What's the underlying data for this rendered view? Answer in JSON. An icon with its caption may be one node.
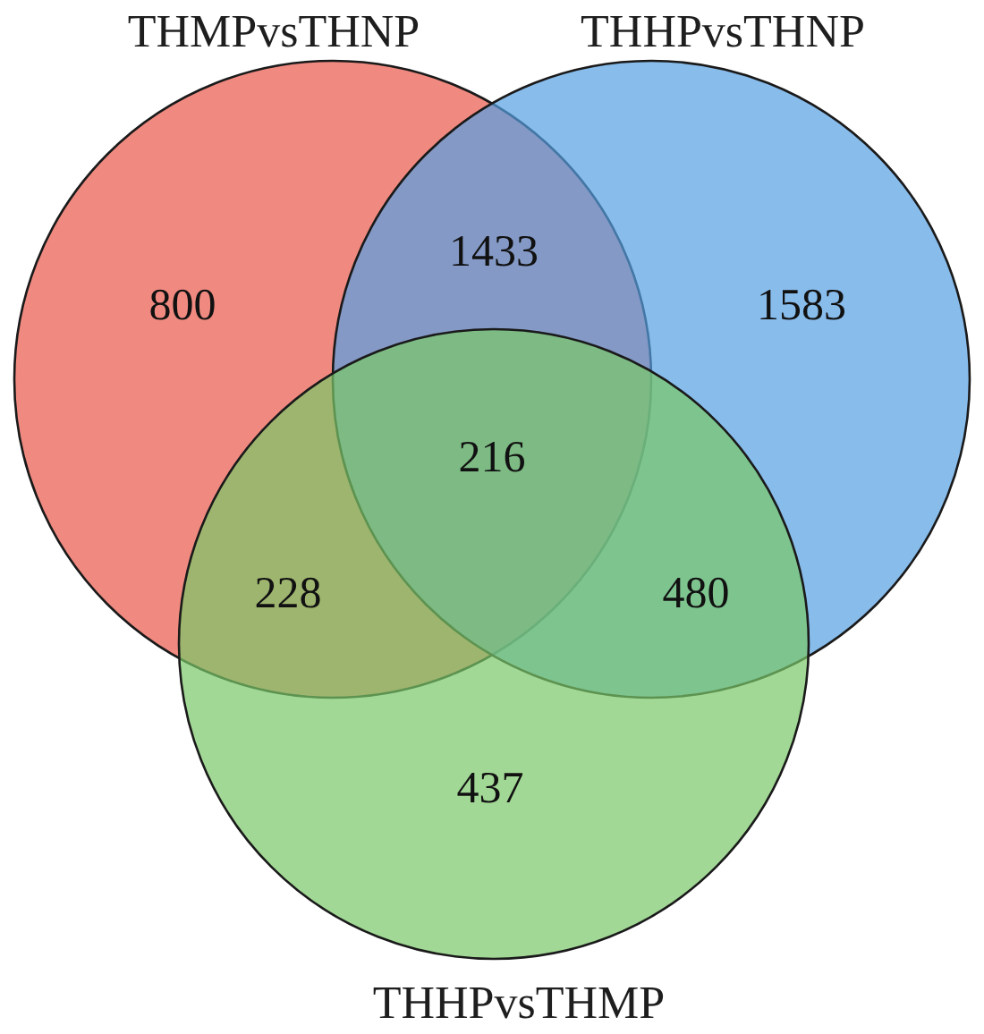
{
  "diagram": {
    "nodes": [
      {
        "text": [
          "THMPvsTHNP"
        ]
      },
      {
        "text": [
          "THHPvsTHNP"
        ]
      },
      {
        "text": [
          "THHPvsTHMP"
        ]
      }
    ],
    "labels": [
      "1433",
      "800",
      "1583",
      "216",
      "228",
      "480",
      "437"
    ]
  }
}
